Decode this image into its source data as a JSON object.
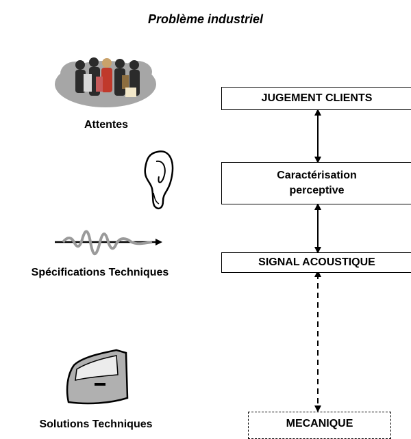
{
  "title": "Problème industriel",
  "flow": {
    "box1": "JUGEMENT CLIENTS",
    "box2_line1": "Caractérisation",
    "box2_line2": "perceptive",
    "box3": "SIGNAL ACOUSTIQUE",
    "box4": "MECANIQUE"
  },
  "left": {
    "label1": "Attentes",
    "label2": "Spécifications Techniques",
    "label3": "Solutions Techniques"
  },
  "icons": [
    "people-group-icon",
    "ear-icon",
    "waveform-arrow-icon",
    "machine-device-icon"
  ]
}
